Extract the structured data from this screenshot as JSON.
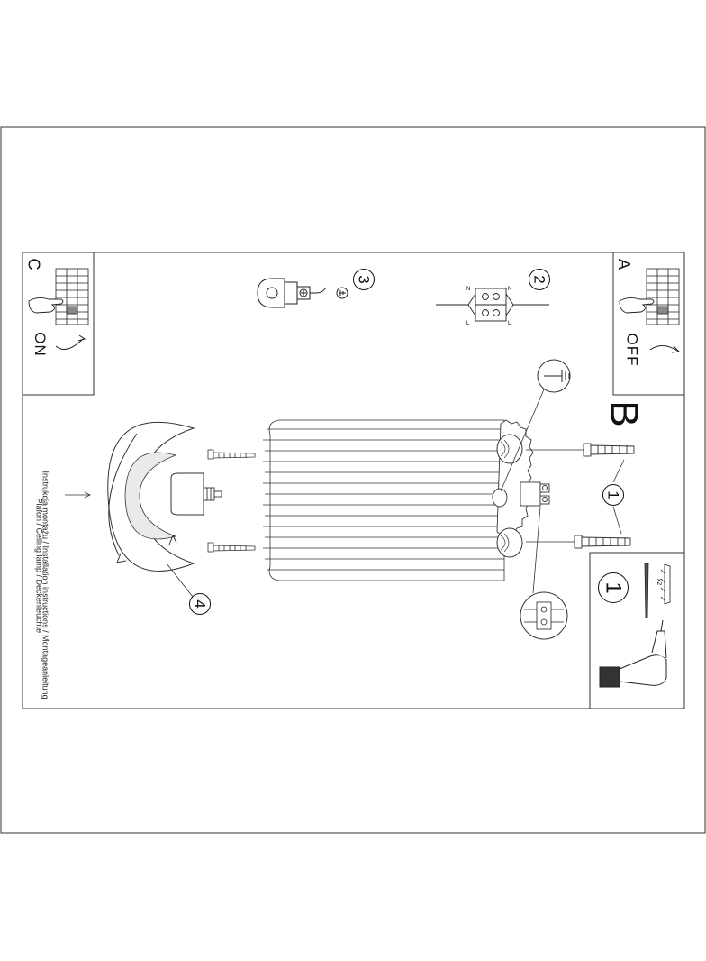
{
  "panels": {
    "a": {
      "letter": "A",
      "state": "OFF"
    },
    "b": {
      "letter": "B"
    },
    "c": {
      "letter": "C",
      "state": "ON"
    }
  },
  "steps": {
    "s1_box": "1",
    "s1_main": "1",
    "s2": "2",
    "s3": "3",
    "s4": "4"
  },
  "anchor_qty": "x2",
  "wire_labels": {
    "n": "N",
    "l": "L"
  },
  "caption": {
    "line1": "Instrukcja montażu / Installation instructions / Montageanleitung",
    "line2": "Plafon / Ceiling lamp / Deckenleuchte"
  }
}
